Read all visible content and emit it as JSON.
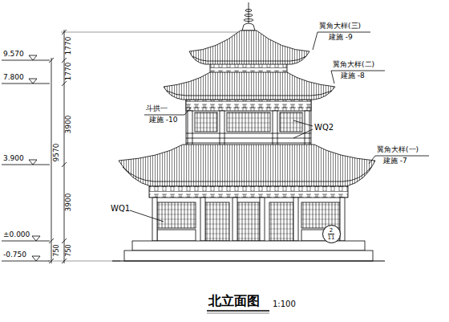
{
  "diagram": {
    "title": "北立面图",
    "nodes": [
      {
        "text": [
          "2",
          "11"
        ]
      }
    ],
    "labels": [
      "9.570",
      "1770",
      "翼角大样(三)",
      "建施 -9",
      "1770",
      "7.800",
      "翼角大样(二)",
      "建施 -8",
      "斗拱一",
      "WQ2",
      "建施 -10",
      "3900",
      "9570",
      "3.900",
      "翼角大样(一)",
      "建施 -7",
      "3900",
      "WQ1",
      "±0.000",
      "-0.750",
      "750",
      "750",
      "1:100"
    ]
  }
}
